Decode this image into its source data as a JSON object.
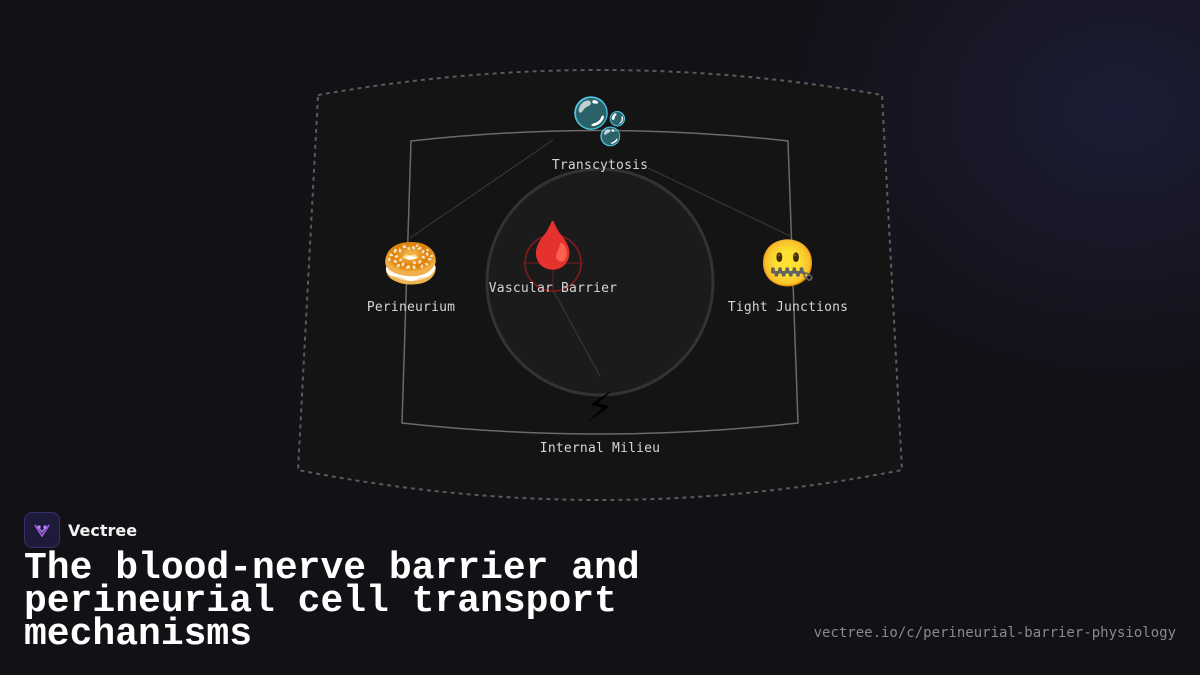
{
  "brand": {
    "name": "Vectree",
    "logo_icon": "vectree-logo-icon"
  },
  "title": "The blood-nerve barrier and perineurial cell transport mechanisms",
  "url": "vectree.io/c/perineurial-barrier-physiology",
  "diagram": {
    "center": {
      "label": "Vascular Barrier",
      "icon": "🩸",
      "icon_name": "blood-drop-icon"
    },
    "nodes": [
      {
        "id": "transcytosis",
        "label": "Transcytosis",
        "icon": "🫧",
        "icon_name": "bubbles-icon"
      },
      {
        "id": "perineurium",
        "label": "Perineurium",
        "icon": "🥯",
        "icon_name": "bagel-icon"
      },
      {
        "id": "tight-junctions",
        "label": "Tight Junctions",
        "icon": "🤐",
        "icon_name": "zipper-mouth-face-icon"
      },
      {
        "id": "internal-milieu",
        "label": "Internal Milieu",
        "icon": "⚡",
        "icon_name": "lightning-icon"
      }
    ]
  },
  "colors": {
    "background": "#111116",
    "outline": "#555555",
    "accent": "#9b59d0",
    "center_ring": "#8b1a1a"
  }
}
